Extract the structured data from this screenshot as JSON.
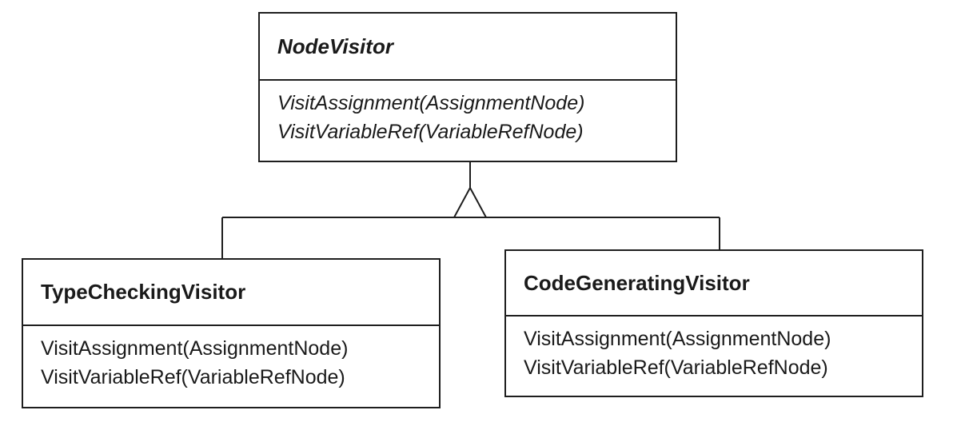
{
  "classes": [
    {
      "name": "NodeVisitor",
      "operations": [
        "VisitAssignment(AssignmentNode)",
        "VisitVariableRef(VariableRefNode)"
      ]
    },
    {
      "name": "TypeCheckingVisitor",
      "operations": [
        "VisitAssignment(AssignmentNode)",
        "VisitVariableRef(VariableRefNode)"
      ]
    },
    {
      "name": "CodeGeneratingVisitor",
      "operations": [
        "VisitAssignment(AssignmentNode)",
        "VisitVariableRef(VariableRefNode)"
      ]
    }
  ]
}
